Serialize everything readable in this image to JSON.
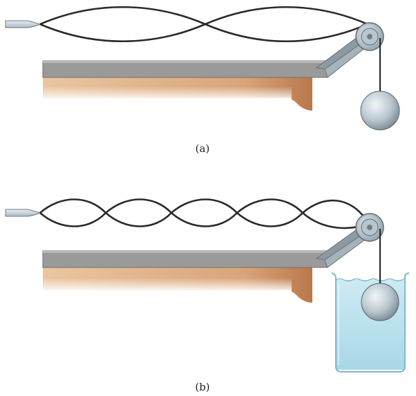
{
  "figure": {
    "panels": [
      {
        "id": "a",
        "label": "(a)",
        "loops": 2,
        "mass_in_liquid": false
      },
      {
        "id": "b",
        "label": "(b)",
        "loops": 5,
        "mass_in_liquid": true
      }
    ]
  },
  "colors": {
    "string": "#2a2a2a",
    "tabletop_edge": "#777777",
    "tabletop_face": "#9a9a9a",
    "table_wood_light": "#e3b58a",
    "table_wood_dark": "#b8784a",
    "clamp_metal": "#8d9aa3",
    "pulley": "#9fb0bb",
    "sphere_light": "#e8eef2",
    "sphere_dark": "#7c8a94",
    "water": "#bfe3ef",
    "beaker_edge": "#7fb7cc",
    "vibrator": "#c9d3da"
  }
}
